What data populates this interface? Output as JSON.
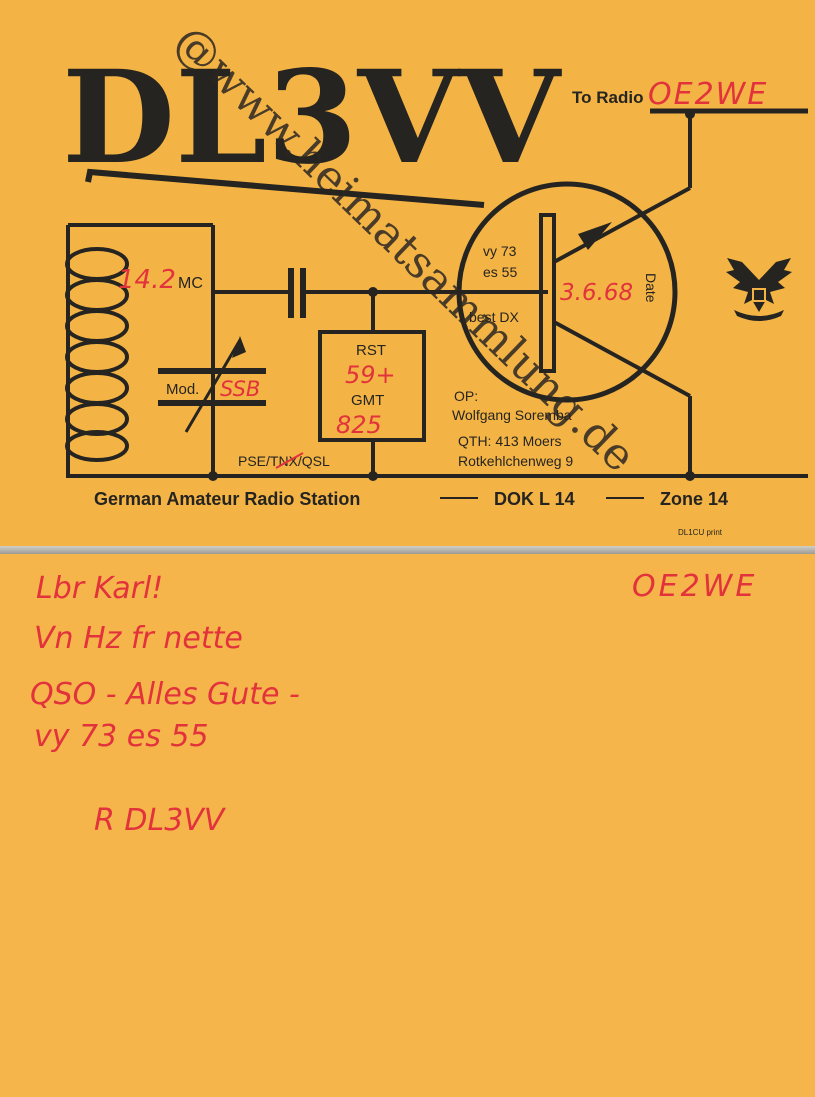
{
  "front": {
    "callsign": "DL3VV",
    "to_radio_label": "To Radio",
    "to_radio_value": "OE2WE",
    "freq_value": "14.2",
    "freq_unit": "MC",
    "mod_label": "Mod.",
    "mod_value": "SSB",
    "rst_label": "RST",
    "rst_value": "59+",
    "gmt_label": "GMT",
    "gmt_value": "825",
    "vy73": "vy 73",
    "es55": "es 55",
    "best_dx": "best DX",
    "date_label": "Date",
    "date_value": "3.6.68",
    "pse_tnx_qsl": "PSE/TNX/QSL",
    "op_label": "OP:",
    "op_name": "Wolfgang Soremba",
    "qth": "QTH: 413 Moers",
    "street": "Rotkehlchenweg 9",
    "footer_station": "German Amateur Radio Station",
    "footer_dok": "DOK L 14",
    "footer_zone": "Zone 14",
    "printer": "DL1CU print"
  },
  "back": {
    "recipient": "OE2WE",
    "lines": [
      "Lbr Karl!",
      "Vn Hz fr nette",
      "QSO - Alles Gute -",
      "vy 73 es 55",
      "R DL3VV"
    ]
  },
  "watermark": "@www.heimatsammlung.de",
  "colors": {
    "card": "#f3b445",
    "ink": "#262420",
    "handwriting": "#e2323c"
  }
}
